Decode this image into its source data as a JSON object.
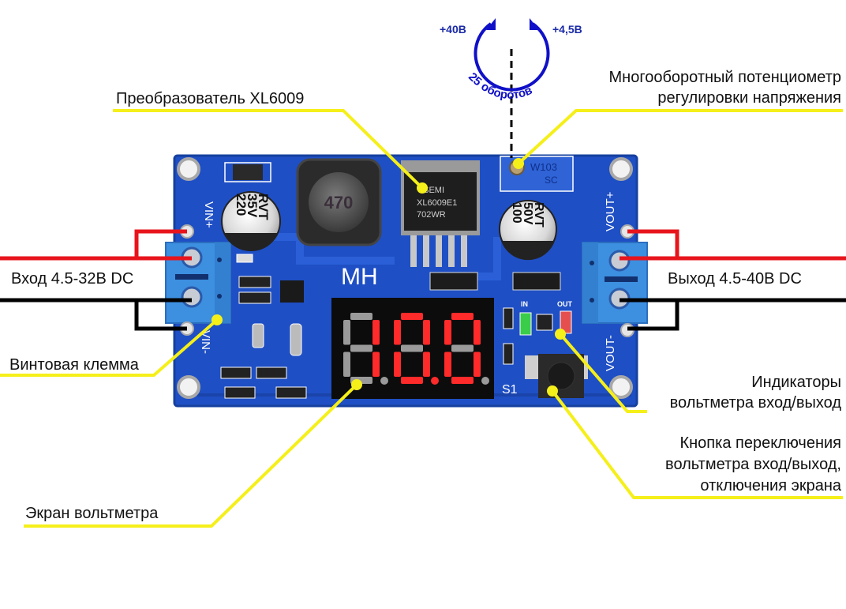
{
  "diagram": {
    "title": "XL6009 boost converter module with voltmeter — annotated",
    "colors": {
      "pcb": "#1f4fc4",
      "pcb_dark": "#143a9a",
      "terminal": "#3d8fe0",
      "callout_line": "#f5ef1a",
      "wire_positive": "#e8141c",
      "wire_negative": "#000000",
      "segment_on": "#ff2a2a",
      "segment_off": "#9a9a9a",
      "rotation_arrow": "#1010c8"
    },
    "potentiometer_rotation": {
      "left_label": "+40В",
      "right_label": "+4,5В",
      "turns_label": "25 оборотов"
    },
    "callouts": {
      "converter": "Преобразователь XL6009",
      "potentiometer_line1": "Многооборотный потенциометр",
      "potentiometer_line2": "регулировки напряжения",
      "input": "Вход 4.5-32В DC",
      "output": "Выход 4.5-40В DC",
      "screw_terminal": "Винтовая клемма",
      "indicators_line1": "Индикаторы",
      "indicators_line2": "вольтметра вход/выход",
      "button_line1": "Кнопка переключения",
      "button_line2": "вольтметра вход/выход,",
      "button_line3": "отключения экрана",
      "display": "Экран вольтметра"
    },
    "board": {
      "brand": "MH",
      "vin_plus": "VIN+",
      "vin_minus": "VIN-",
      "vout_plus": "VOUT+",
      "vout_minus": "VOUT-",
      "chip_line1": "LSEMI",
      "chip_line2": "XL6009E1",
      "chip_line3": "702WR",
      "cap_in_line1": "220",
      "cap_in_line2": "35V",
      "cap_in_line3": "RVT",
      "cap_out_line1": "100",
      "cap_out_line2": "50V",
      "cap_out_line3": "RVT",
      "pot_marking1": "W103",
      "pot_marking2": "SC",
      "inductor_marking": "470",
      "led_in_label": "IN",
      "led_out_label": "OUT",
      "button_label": "S1",
      "display_reading": "10.0"
    }
  }
}
